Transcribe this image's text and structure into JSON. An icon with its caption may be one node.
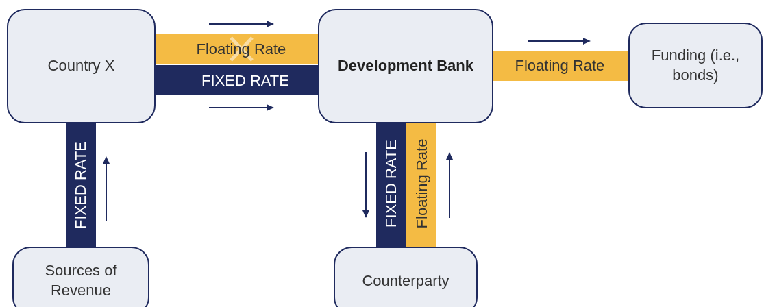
{
  "diagram": {
    "nodes": [
      {
        "text": [
          "Country X"
        ]
      },
      {
        "text": [
          "Development Bank"
        ]
      },
      {
        "text": [
          "Funding (i.e., bonds)"
        ]
      },
      {
        "text": [
          "Sources of Revenue"
        ]
      },
      {
        "text": [
          "Counterparty"
        ]
      }
    ],
    "edges": [
      {
        "from": 0,
        "to": 1,
        "arrow": "none",
        "label": "Floating Rate",
        "color": "#f4bb44"
      },
      {
        "from": 0,
        "to": 1,
        "arrow": "none",
        "label": "FIXED RATE",
        "color": "#1f2a5e"
      },
      {
        "from": 1,
        "to": 2,
        "arrow": "none",
        "label": "Floating Rate",
        "color": "#f4bb44"
      },
      {
        "from": 3,
        "to": 0,
        "arrow": "none",
        "label": "FIXED RATE",
        "color": "#1f2a5e"
      },
      {
        "from": 1,
        "to": 4,
        "arrow": "none",
        "label": "FIXED RATE",
        "color": "#1f2a5e"
      },
      {
        "from": 1,
        "to": 4,
        "arrow": "none",
        "label": "Floating Rate",
        "color": "#f4bb44"
      }
    ]
  }
}
